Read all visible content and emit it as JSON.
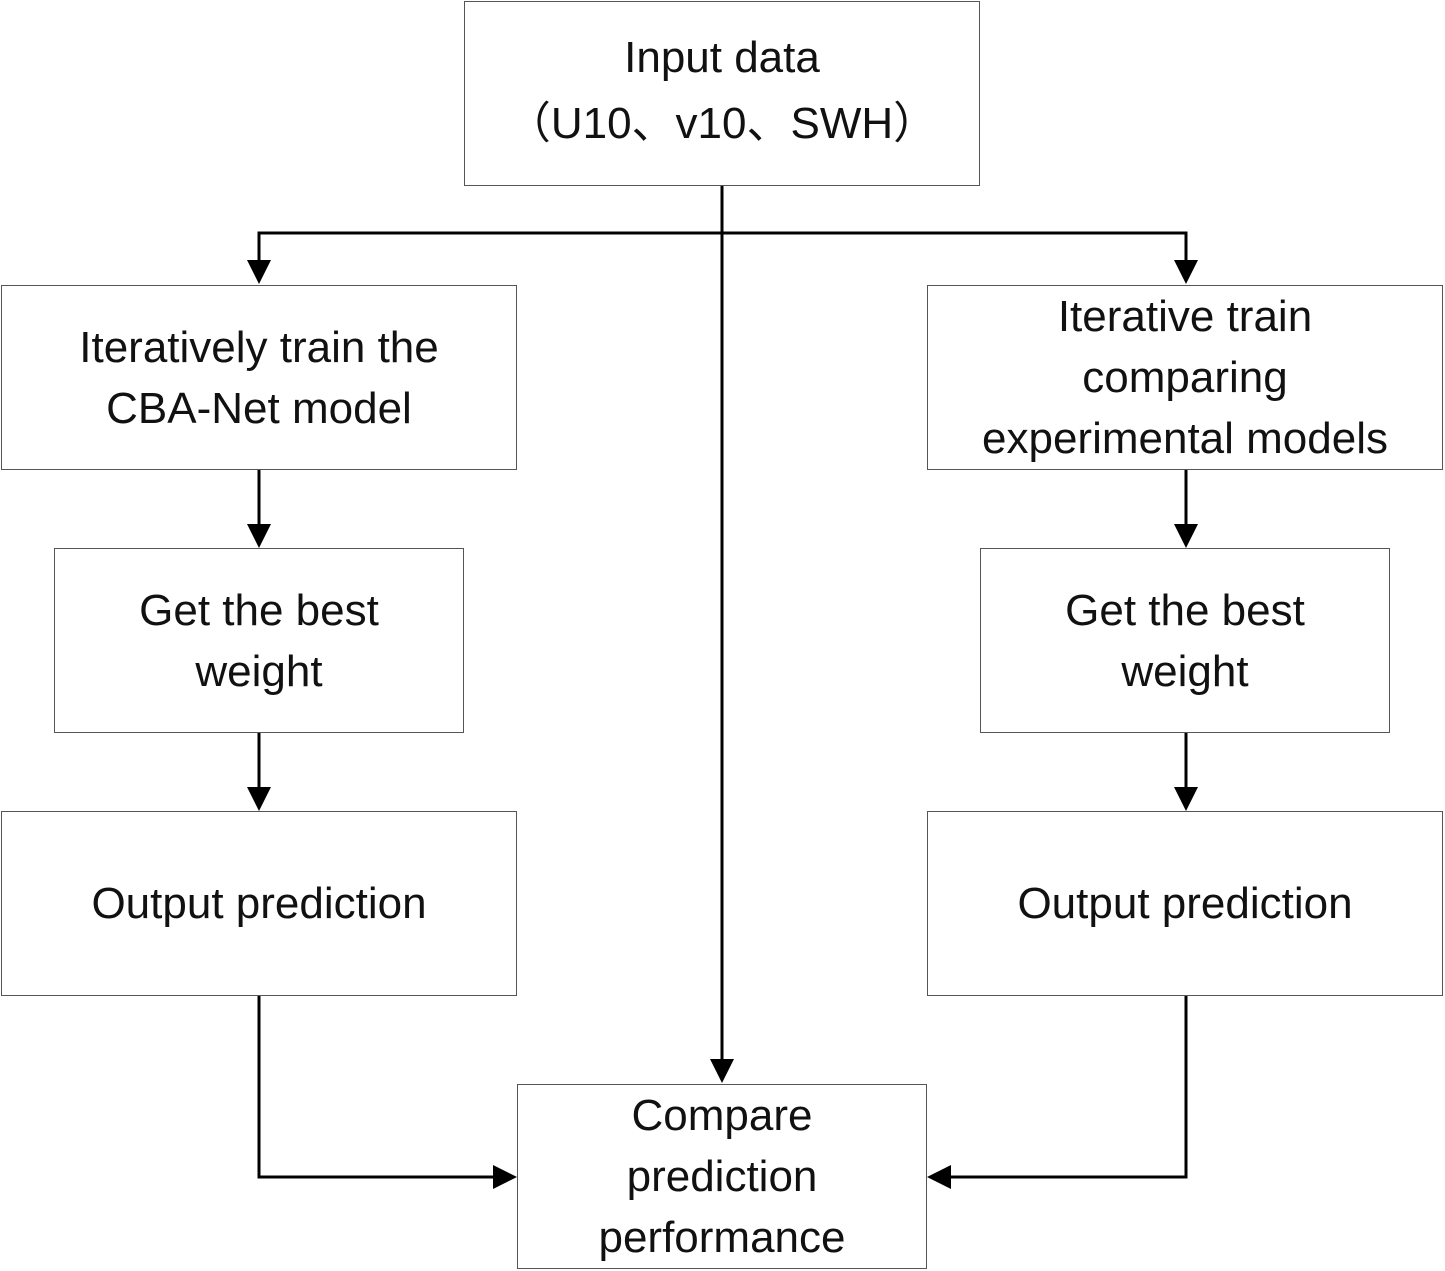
{
  "nodes": {
    "input": {
      "line1": "Input data",
      "line2": "（U10、v10、SWH）"
    },
    "train_left": {
      "line1": "Iteratively train the",
      "line2": "CBA-Net model"
    },
    "train_right": {
      "line1": "Iterative train",
      "line2": "comparing",
      "line3": "experimental models"
    },
    "best_left": {
      "line1": "Get the best",
      "line2": "weight"
    },
    "best_right": {
      "line1": "Get the best",
      "line2": "weight"
    },
    "output_left": {
      "line1": "Output prediction"
    },
    "output_right": {
      "line1": "Output prediction"
    },
    "compare": {
      "line1": "Compare",
      "line2": "prediction",
      "line3": "performance"
    }
  },
  "edges": [
    {
      "from": "input",
      "to": "train_left"
    },
    {
      "from": "input",
      "to": "train_right"
    },
    {
      "from": "input",
      "to": "compare"
    },
    {
      "from": "train_left",
      "to": "best_left"
    },
    {
      "from": "best_left",
      "to": "output_left"
    },
    {
      "from": "output_left",
      "to": "compare"
    },
    {
      "from": "train_right",
      "to": "best_right"
    },
    {
      "from": "best_right",
      "to": "output_right"
    },
    {
      "from": "output_right",
      "to": "compare"
    }
  ],
  "colors": {
    "line": "#000000",
    "border": "#555555",
    "text": "#111111",
    "background": "#ffffff"
  }
}
